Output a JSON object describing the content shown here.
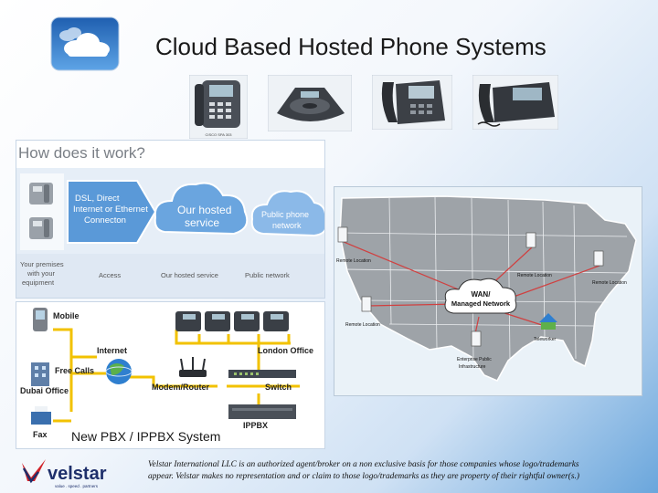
{
  "header": {
    "title": "Cloud Based Hosted Phone Systems"
  },
  "phones": {
    "caption_1": "CISCO SPA 303"
  },
  "how_it_works": {
    "heading": "How does it work?",
    "arrow_1": [
      "DSL, Direct",
      "Internet or Ethernet",
      "Connecton"
    ],
    "cloud_1": [
      "Our hosted",
      "service"
    ],
    "cloud_2": [
      "Public phone",
      "network"
    ],
    "label_premises": [
      "Your premises",
      "with your",
      "equipment"
    ],
    "label_access": "Access",
    "label_hosted": "Our hosted service",
    "label_public": "Public network"
  },
  "pbx": {
    "mobile": "Mobile",
    "internet": "Internet",
    "free_calls": "Free Calls",
    "dubai_office": "Dubai Office",
    "london_office": "London Office",
    "modem_router": "Modem/Router",
    "switch": "Switch",
    "ippbx": "IPPBX",
    "fax": "Fax",
    "system_title": "New PBX / IPPBX System"
  },
  "map": {
    "wan_label": [
      "WAN/",
      "Managed Network"
    ],
    "remote_1": "Remote Location",
    "remote_2": "Remote Location",
    "remote_3": "Remote Location",
    "remote_4": "Remote Location",
    "teleworker": "Teleworker",
    "enterprise": [
      "Enterprise Public",
      "Infrastructure"
    ]
  },
  "logo": {
    "brand": "velstar",
    "tagline": "value . speed . partners"
  },
  "footer": {
    "line1": "Velstar International LLC is an authorized agent/broker on a non exclusive basis for those companies whose logo/trademarks",
    "line2": "appear. Velstar makes no representation and or claim to those logo/trademarks as they are property of their rightful owner(s.)"
  },
  "colors": {
    "accent_blue": "#2a6fb8",
    "logo_red": "#d2232a",
    "logo_navy": "#1e2f6b",
    "network_line": "#d04040"
  }
}
